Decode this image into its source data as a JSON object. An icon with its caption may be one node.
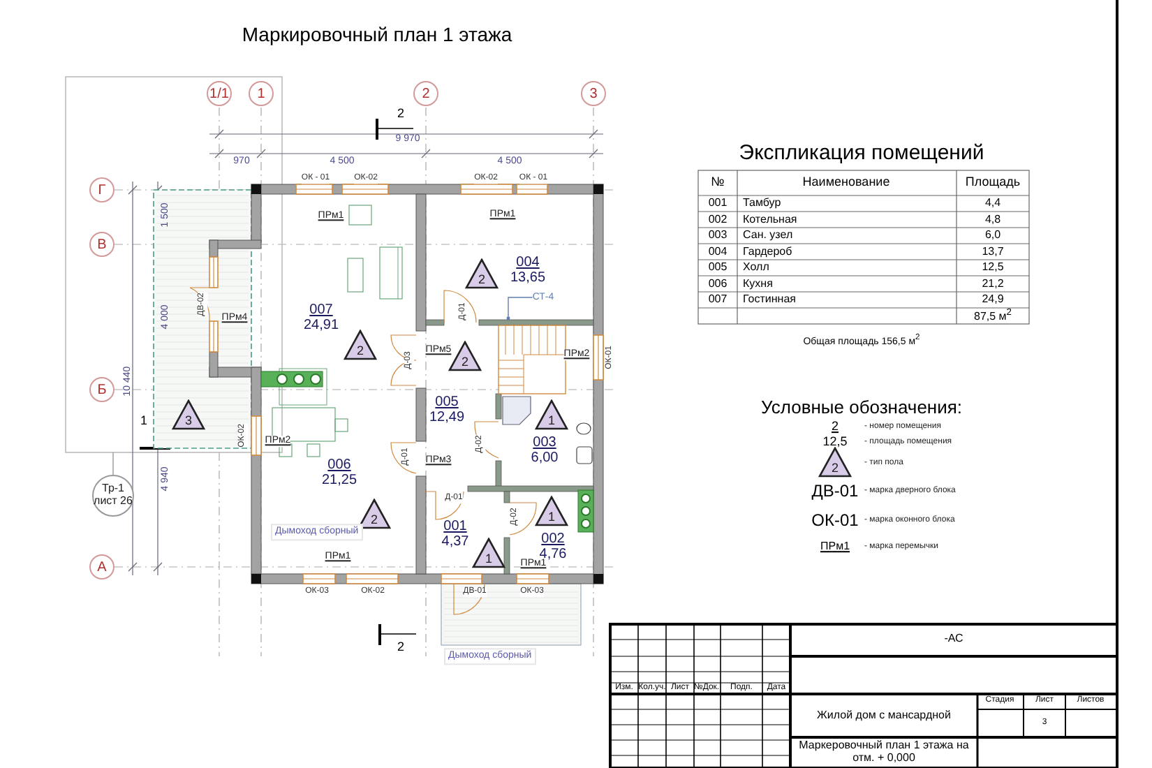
{
  "diagram": {
    "title": "Маркировочный план 1 этажа",
    "nodes": [
      {
        "text": [
          "1/1"
        ]
      },
      {
        "text": [
          "1"
        ]
      },
      {
        "text": [
          "2"
        ]
      },
      {
        "text": [
          "3"
        ]
      },
      {
        "text": [
          "Г"
        ]
      },
      {
        "text": [
          "В"
        ]
      },
      {
        "text": [
          "2"
        ]
      },
      {
        "text": [
          "СТ-4"
        ]
      },
      {
        "text": [
          "2"
        ]
      },
      {
        "text": [
          "2"
        ]
      },
      {
        "text": [
          "Б"
        ]
      },
      {
        "text": [
          "1"
        ]
      },
      {
        "text": [
          "3"
        ]
      },
      {
        "text": [
          "Тр-1",
          "лист 26"
        ]
      },
      {
        "text": [
          "2"
        ]
      },
      {
        "text": [
          "1"
        ]
      },
      {
        "text": [
          "1"
        ]
      },
      {
        "text": [
          "А"
        ]
      },
      {
        "text": [
          "2"
        ]
      }
    ],
    "edges": [
      {
        "from": 7,
        "to": null,
        "arrow": "other"
      },
      {
        "from": 13,
        "to": null,
        "arrow": "none"
      }
    ],
    "labels": [
      "9 970",
      "970",
      "4 500",
      "4 500",
      "2",
      "ОК - 01",
      "ОК-02",
      "ОК-02",
      "ОК - 01",
      "1 500",
      "ПРм1",
      "ПРм1",
      "004",
      "13,65",
      "007",
      "24,91",
      "4 000",
      "ДВ-02",
      "ПРм4",
      "Д-01",
      "Д-03",
      "ПРм5",
      "ПРм2",
      "ОК-01",
      "10 440",
      "005",
      "12,49",
      "ПРм2",
      "ОК-02",
      "1",
      "003",
      "6,00",
      "Д-02",
      "Д-01",
      "ПРм3",
      "006",
      "21,25",
      "4 940",
      "Д-01",
      "Д-02",
      "Дымоход сборный",
      "001",
      "4,37",
      "002",
      "4,76",
      "ПРм1",
      "ПРм1",
      "ОК-03",
      "ОК-02",
      "ДВ-01",
      "ОК-03",
      "2",
      "Дымоход сборный",
      "Экспликация помещений",
      "№",
      "Наименование",
      "Площадь",
      "001",
      "Тамбур",
      "4,4",
      "002",
      "Котельная",
      "4,8",
      "003",
      "Сан. узел",
      "6,0",
      "004",
      "Гардероб",
      "13,7",
      "005",
      "Холл",
      "12,5",
      "006",
      "Кухня",
      "21,2",
      "007",
      "Гостинная",
      "24,9",
      "87,5 м$^{2}$",
      "Общая площадь 156,5 м$^{2}$",
      "Условные обозначения:",
      "2",
      "12,5",
      "ДВ-01",
      "ОК-01",
      "ПРм1",
      "-АС",
      "Изм.",
      "Кол.уч.",
      "Лист",
      "№Док.",
      "Подп.",
      "Дата",
      "Жилой дом с мансардной",
      "Стадия",
      "Лист",
      "Листов",
      "3",
      "Маркеровочный план 1 этажа на отм. + 0,000"
    ],
    "legend": [
      {
        "text": "- номер помещения"
      },
      {
        "text": "- площадь помещения"
      },
      {
        "text": "- тип пола"
      },
      {
        "text": "- марка дверного блока"
      },
      {
        "text": "- марка оконного блока"
      },
      {
        "text": "- марка перемычки"
      }
    ]
  }
}
